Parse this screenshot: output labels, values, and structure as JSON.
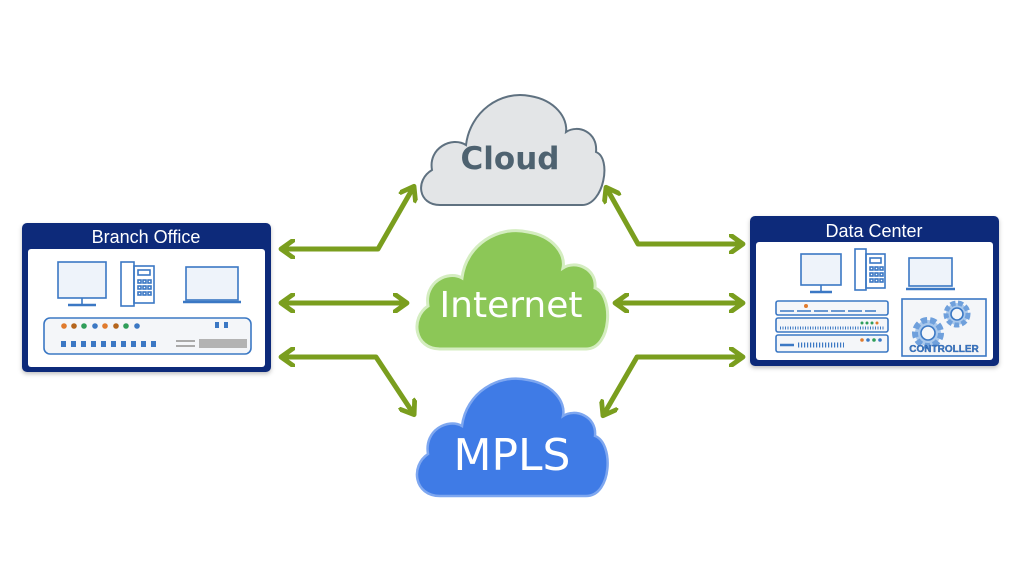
{
  "sites": {
    "branch": {
      "title": "Branch Office",
      "devices": [
        "desktop-monitor",
        "desk-phone",
        "laptop",
        "network-switch"
      ]
    },
    "datacenter": {
      "title": "Data Center",
      "devices": [
        "desktop-monitor",
        "desk-phone",
        "laptop",
        "server-rack",
        "controller"
      ],
      "controller_label": "CONTROLLER"
    }
  },
  "clouds": {
    "cloud": {
      "label": "Cloud",
      "color": "#e3e5e7",
      "text_color": "#4e6270"
    },
    "internet": {
      "label": "Internet",
      "color": "#8cc757",
      "text_color": "#ffffff"
    },
    "mpls": {
      "label": "MPLS",
      "color": "#3f7be6",
      "text_color": "#ffffff"
    }
  },
  "colors": {
    "site_frame": "#0d2a7a",
    "device_line": "#3b78c4",
    "arrow": "#7a9e1e"
  },
  "connections": [
    {
      "from": "Branch Office",
      "to": "Cloud"
    },
    {
      "from": "Branch Office",
      "to": "Internet"
    },
    {
      "from": "Branch Office",
      "to": "MPLS"
    },
    {
      "from": "Data Center",
      "to": "Cloud"
    },
    {
      "from": "Data Center",
      "to": "Internet"
    },
    {
      "from": "Data Center",
      "to": "MPLS"
    }
  ]
}
